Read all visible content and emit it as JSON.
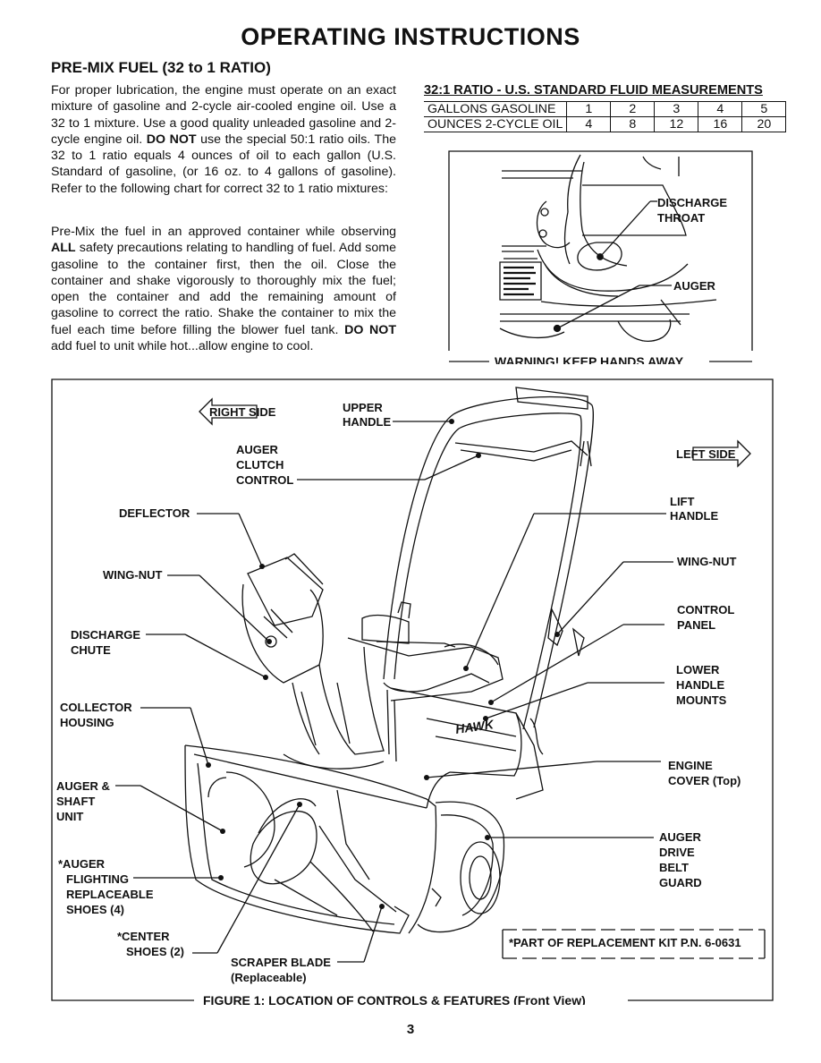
{
  "page": {
    "title": "OPERATING INSTRUCTIONS",
    "page_number": "3"
  },
  "section": {
    "heading": "PRE-MIX FUEL (32 to 1 RATIO)",
    "para1": {
      "t1": "For proper lubrication, the engine must operate on an exact mixture of gasoline and 2-cycle air-cooled engine oil. Use a 32 to 1 mixture. Use a good quality unleaded gasoline and 2-cycle engine oil. ",
      "b1": "DO NOT",
      "t2": " use the special 50:1 ratio oils. The 32 to 1 ratio equals 4 ounces of oil to each gallon (U.S. Standard of gasoline, (or 16 oz. to 4 gallons of gasoline). Refer to the following chart for correct 32 to 1 ratio mixtures:"
    },
    "para2": {
      "t1": "Pre-Mix the fuel in an approved container while observing ",
      "b1": "ALL",
      "t2": " safety precautions relating to handling of fuel. Add some gasoline to the container first, then the oil. Close the container and shake vigorously to thoroughly mix the fuel; open the container and add the remaining amount of gasoline to correct the ratio. Shake the container to mix the fuel each time before filling the blower fuel tank. ",
      "b2": "DO NOT",
      "t3": " add fuel to unit while hot...allow engine to cool."
    }
  },
  "ratio_table": {
    "caption": "32:1 RATIO - U.S. STANDARD FLUID MEASUREMENTS",
    "rows": [
      {
        "label": "GALLONS GASOLINE",
        "values": [
          "1",
          "2",
          "3",
          "4",
          "5"
        ]
      },
      {
        "label": "OUNCES 2-CYCLE OIL",
        "values": [
          "4",
          "8",
          "12",
          "16",
          "20"
        ]
      }
    ]
  },
  "inset_figure": {
    "discharge_throat": [
      "DISCHARGE",
      "THROAT"
    ],
    "auger": "AUGER",
    "warning": "WARNING!  KEEP HANDS AWAY"
  },
  "figure1": {
    "caption": "FIGURE 1:  LOCATION OF CONTROLS & FEATURES (Front View)",
    "brand_mark": "HAWK",
    "right_side": [
      "RIGHT SIDE"
    ],
    "left_side": [
      "LEFT SIDE"
    ],
    "upper_handle": [
      "UPPER",
      "HANDLE"
    ],
    "auger_clutch": [
      "AUGER",
      "CLUTCH",
      "CONTROL"
    ],
    "lift_handle": [
      "LIFT",
      "HANDLE"
    ],
    "deflector": [
      "DEFLECTOR"
    ],
    "wing_nut_left": [
      "WING-NUT"
    ],
    "wing_nut_right": [
      "WING-NUT"
    ],
    "control_panel": [
      "CONTROL",
      "PANEL"
    ],
    "discharge_chute": [
      "DISCHARGE",
      "CHUTE"
    ],
    "lower_handle": [
      "LOWER",
      "HANDLE",
      "MOUNTS"
    ],
    "collector": [
      "COLLECTOR",
      "HOUSING"
    ],
    "engine_cover": [
      "ENGINE",
      "COVER (Top)"
    ],
    "auger_shaft": [
      "AUGER &",
      "SHAFT",
      "UNIT"
    ],
    "auger_flighting": [
      "*AUGER",
      "FLIGHTING",
      "REPLACEABLE",
      "SHOES (4)"
    ],
    "auger_drive": [
      "AUGER",
      "DRIVE",
      "BELT",
      "GUARD"
    ],
    "center_shoes": [
      "*CENTER",
      "SHOES (2)"
    ],
    "scraper_blade": [
      "SCRAPER BLADE",
      "(Replaceable)"
    ],
    "kit_note": "*PART OF REPLACEMENT KIT P.N. 6-0631"
  }
}
